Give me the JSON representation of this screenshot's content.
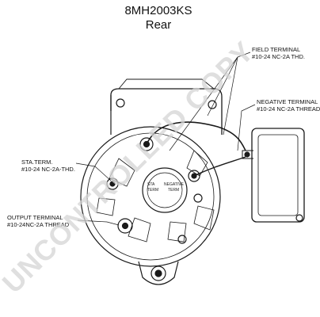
{
  "header": {
    "part_number": "8MH2003KS",
    "view": "Rear"
  },
  "labels": {
    "field_terminal": {
      "line1": "FIELD TERMINAL",
      "line2": "#10-24 NC-2A THD."
    },
    "negative_terminal": {
      "line1": "NEGATIVE TERMINAL",
      "line2": "#10-24 NC-2A THREAD"
    },
    "sta_terminal": {
      "line1": "STA.TERM.",
      "line2": "#10-24 NC-2A-THD."
    },
    "output_terminal": {
      "line1": "OUTPUT TERMINAL",
      "line2": "#10-24NC-2A THREAD"
    }
  },
  "center_label": {
    "line1": "STA",
    "line2": "TERM",
    "line3": "NEGATIVE",
    "line4": "TERM"
  },
  "watermark": "UNCONTROLLED COPY",
  "colors": {
    "ink": "#1a1a1a",
    "watermark": "#cfcfcf"
  }
}
